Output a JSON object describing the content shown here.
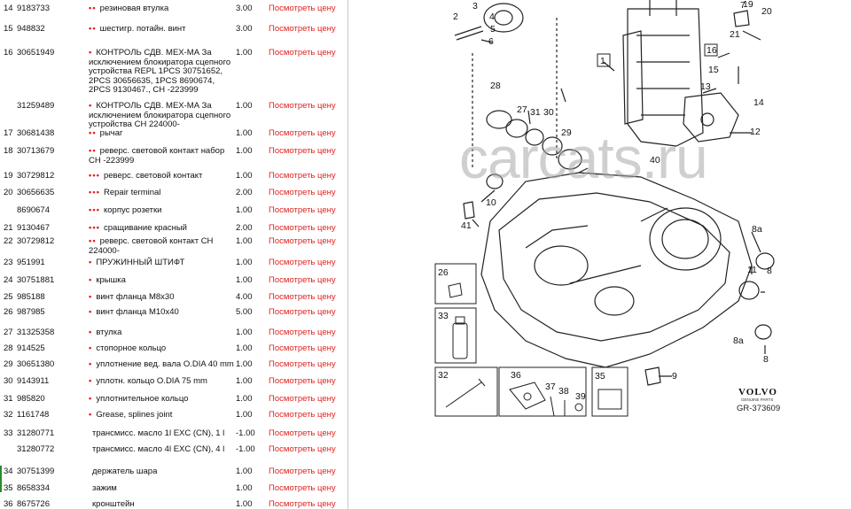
{
  "price_link_label": "Посмотреть цену",
  "rows": [
    {
      "pos": "14",
      "part": "9183733",
      "dots": "••",
      "desc": "резиновая втулка",
      "qty": "3.00"
    },
    {
      "pos": "15",
      "part": "948832",
      "dots": "••",
      "desc": "шестигр. потайн. винт",
      "qty": "3.00"
    },
    {
      "pos": "16",
      "part": "30651949",
      "dots": "•",
      "desc": "КОНТРОЛЬ СДВ. МЕХ-МА За исключением блокиратора сцепного устройства REPL 1PCS 30751652, 2PCS 30656635, 1PCS 8690674, 2PCS 9130467., СН -223999",
      "qty": "1.00"
    },
    {
      "pos": "",
      "part": "31259489",
      "dots": "•",
      "desc": "КОНТРОЛЬ СДВ. МЕХ-МА За исключением блокиратора сцепного устройства СН 224000-",
      "qty": "1.00"
    },
    {
      "pos": "17",
      "part": "30681438",
      "dots": "••",
      "desc": "рычаг",
      "qty": "1.00"
    },
    {
      "pos": "18",
      "part": "30713679",
      "dots": "••",
      "desc": "реверс. световой контакт набор СН -223999",
      "qty": "1.00"
    },
    {
      "pos": "19",
      "part": "30729812",
      "dots": "•••",
      "desc": "реверс. световой контакт",
      "qty": "1.00"
    },
    {
      "pos": "20",
      "part": "30656635",
      "dots": "•••",
      "desc": "Repair terminal",
      "qty": "2.00"
    },
    {
      "pos": "",
      "part": "8690674",
      "dots": "•••",
      "desc": "корпус розетки",
      "qty": "1.00"
    },
    {
      "pos": "21",
      "part": "9130467",
      "dots": "•••",
      "desc": "сращивание красный",
      "qty": "2.00"
    },
    {
      "pos": "22",
      "part": "30729812",
      "dots": "••",
      "desc": "реверс. световой контакт СН 224000-",
      "qty": "1.00"
    },
    {
      "pos": "23",
      "part": "951991",
      "dots": "•",
      "desc": "ПРУЖИННЫЙ ШТИФТ",
      "qty": "1.00"
    },
    {
      "pos": "24",
      "part": "30751881",
      "dots": "•",
      "desc": "крышка",
      "qty": "1.00"
    },
    {
      "pos": "25",
      "part": "985188",
      "dots": "•",
      "desc": "винт фланца M8x30",
      "qty": "4.00"
    },
    {
      "pos": "26",
      "part": "987985",
      "dots": "•",
      "desc": "винт фланца M10x40",
      "qty": "5.00"
    },
    {
      "pos": "27",
      "part": "31325358",
      "dots": "•",
      "desc": "втулка",
      "qty": "1.00"
    },
    {
      "pos": "28",
      "part": "914525",
      "dots": "•",
      "desc": "стопорное кольцо",
      "qty": "1.00"
    },
    {
      "pos": "29",
      "part": "30651380",
      "dots": "•",
      "desc": "уплотнение вед. вала O.DIA 40 mm",
      "qty": "1.00"
    },
    {
      "pos": "30",
      "part": "9143911",
      "dots": "•",
      "desc": "уплотн. кольцо O.DIA 75 mm",
      "qty": "1.00"
    },
    {
      "pos": "31",
      "part": "985820",
      "dots": "•",
      "desc": "уплотнительное кольцо",
      "qty": "1.00"
    },
    {
      "pos": "32",
      "part": "1161748",
      "dots": "•",
      "desc": "Grease, splines joint",
      "qty": "1.00"
    },
    {
      "pos": "33",
      "part": "31280771",
      "dots": "",
      "desc": "трансмисс. масло 1l EXC (CN), 1 l",
      "qty": "-1.00"
    },
    {
      "pos": "",
      "part": "31280772",
      "dots": "",
      "desc": "трансмисс. масло 4l EXC (CN), 4 l",
      "qty": "-1.00"
    },
    {
      "pos": "34",
      "part": "30751399",
      "dots": "",
      "desc": "держатель шара",
      "qty": "1.00"
    },
    {
      "pos": "35",
      "part": "8658334",
      "dots": "",
      "desc": "зажим",
      "qty": "1.00"
    },
    {
      "pos": "36",
      "part": "8675726",
      "dots": "",
      "desc": "кронштейн",
      "qty": "1.00"
    }
  ],
  "diagram": {
    "watermark": "carcats.ru",
    "brand": "VOLVO",
    "brand_sub": "GENUINE PARTS",
    "code": "GR-373609",
    "callouts": [
      "3",
      "4",
      "5",
      "6",
      "7",
      "19",
      "20",
      "21",
      "16",
      "1",
      "15",
      "13",
      "14",
      "12",
      "28",
      "27",
      "31",
      "30",
      "29",
      "40",
      "10",
      "41",
      "8a",
      "11",
      "8",
      "8a",
      "8",
      "9",
      "26",
      "33",
      "32",
      "36",
      "37",
      "38",
      "39",
      "35",
      "2"
    ]
  }
}
